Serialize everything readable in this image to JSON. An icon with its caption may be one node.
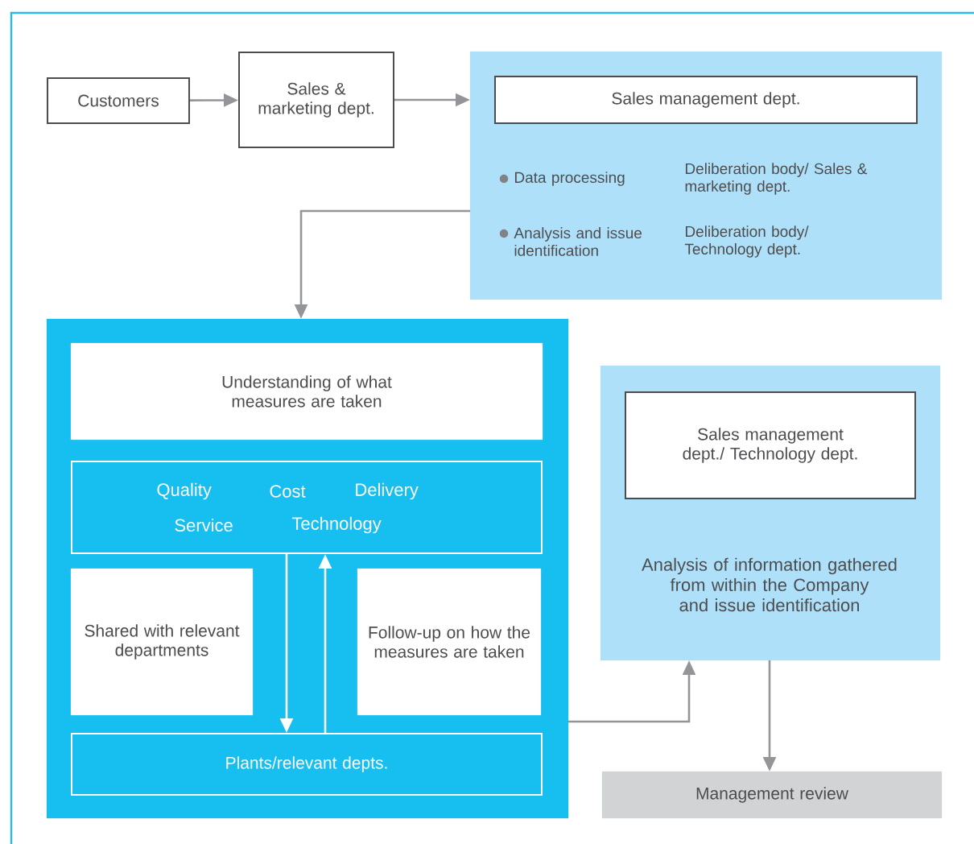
{
  "diagram": {
    "nodes": [
      {
        "text": [
          "Customers"
        ]
      },
      {
        "text": [
          "Sales & marketing dept."
        ]
      },
      {
        "text": [
          "Data processing",
          "Deliberation body/ Sales & marketing dept.",
          "Analysis and issue identification",
          "Deliberation body/ Technology dept."
        ]
      },
      {
        "text": [
          "Sales management dept."
        ],
        "in": 2
      },
      {
        "text": [],
        "shape": "box"
      },
      {
        "text": [
          "Understanding of what measures are taken"
        ],
        "in": 4
      },
      {
        "text": [
          "Quality",
          "Cost",
          "Delivery",
          "Service",
          "Technology"
        ],
        "in": 4
      },
      {
        "text": [
          "Shared with relevant departments"
        ],
        "in": 4
      },
      {
        "text": [
          "Follow-up on how the measures are taken"
        ],
        "in": 4
      },
      {
        "text": [
          "Plants/relevant depts."
        ],
        "in": 4
      },
      {
        "text": [
          "Analysis of information gathered from within the Company and issue identification"
        ]
      },
      {
        "text": [
          "Sales management dept./ Technology dept."
        ],
        "in": 10
      },
      {
        "text": [
          "Management review"
        ]
      }
    ],
    "edges": [
      {
        "from": 0,
        "to": 1,
        "arrow": "to"
      },
      {
        "from": 1,
        "to": 2,
        "arrow": "to"
      },
      {
        "from": 2,
        "to": 4,
        "arrow": "to"
      },
      {
        "from": 6,
        "to": 9,
        "arrow": "to",
        "color": "#ffffff"
      },
      {
        "from": 9,
        "to": 6,
        "arrow": "to",
        "color": "#ffffff"
      },
      {
        "from": 4,
        "to": 10,
        "arrow": "to"
      },
      {
        "from": 10,
        "to": 12,
        "arrow": "to"
      }
    ]
  }
}
